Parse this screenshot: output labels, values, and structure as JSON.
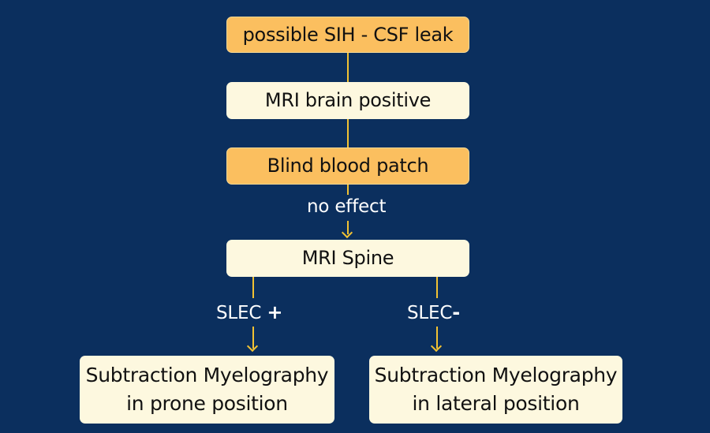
{
  "nodes": {
    "possible_sih": {
      "text": "possible SIH - CSF leak"
    },
    "mri_brain": {
      "text": "MRI brain positive"
    },
    "blood_patch": {
      "text": "Blind blood patch"
    },
    "mri_spine": {
      "text": "MRI Spine"
    },
    "myelo_prone": {
      "line1": "Subtraction Myelography",
      "line2": "in prone position"
    },
    "myelo_lateral": {
      "line1": "Subtraction Myelography",
      "line2": "in lateral position"
    }
  },
  "edges": {
    "no_effect": {
      "label": "no effect"
    },
    "slec_positive": {
      "label": "SLEC",
      "sign": "+"
    },
    "slec_negative": {
      "label": "SLEC",
      "sign": "-"
    }
  },
  "colors": {
    "background": "#0b2f5e",
    "highlight_box": "#fbbf5f",
    "standard_box": "#fdf8df",
    "connector": "#f2c233",
    "edge_label": "#ffffff"
  }
}
